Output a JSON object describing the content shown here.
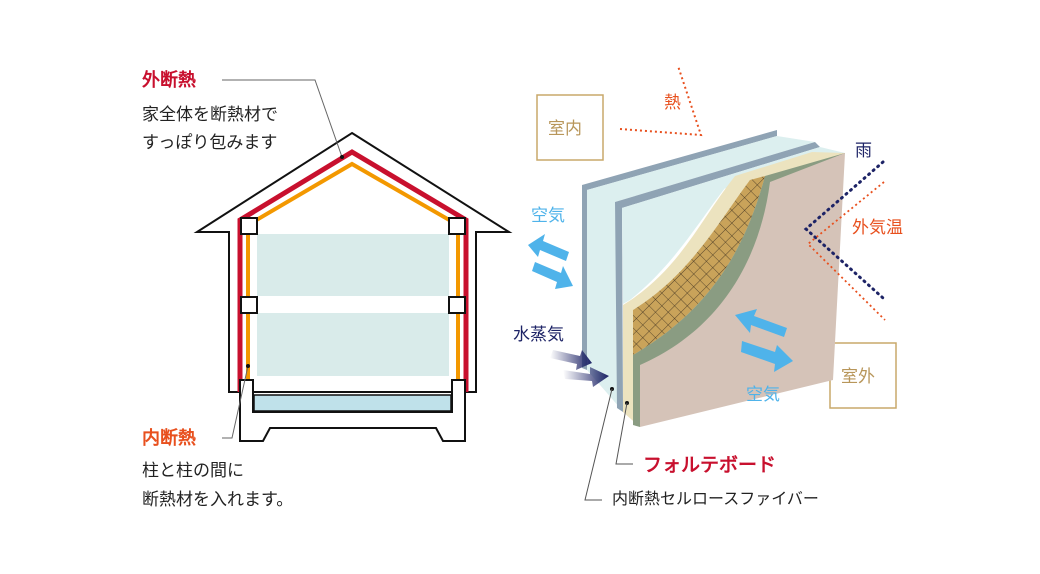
{
  "house": {
    "outer": {
      "title": "外断熱",
      "lines": [
        "家全体を断熱材で",
        "すっぽり包みます"
      ]
    },
    "inner": {
      "title": "内断熱",
      "lines": [
        "柱と柱の間に",
        "断熱材を入れます。"
      ]
    }
  },
  "wall": {
    "indoor": "室内",
    "outdoor": "室外",
    "heat": "熱",
    "rain": "雨",
    "outside_temp": "外気温",
    "air_in": "空気",
    "air_out": "空気",
    "vapor": "水蒸気",
    "board": "フォルテボード",
    "cellulose": "内断熱セルロースファイバー"
  },
  "colors": {
    "red": "#c8102e",
    "orange": "#f39800",
    "orange_text": "#e8501e",
    "navy": "#1d2366",
    "sky": "#4fb3ea",
    "gold": "#c9a86a"
  }
}
